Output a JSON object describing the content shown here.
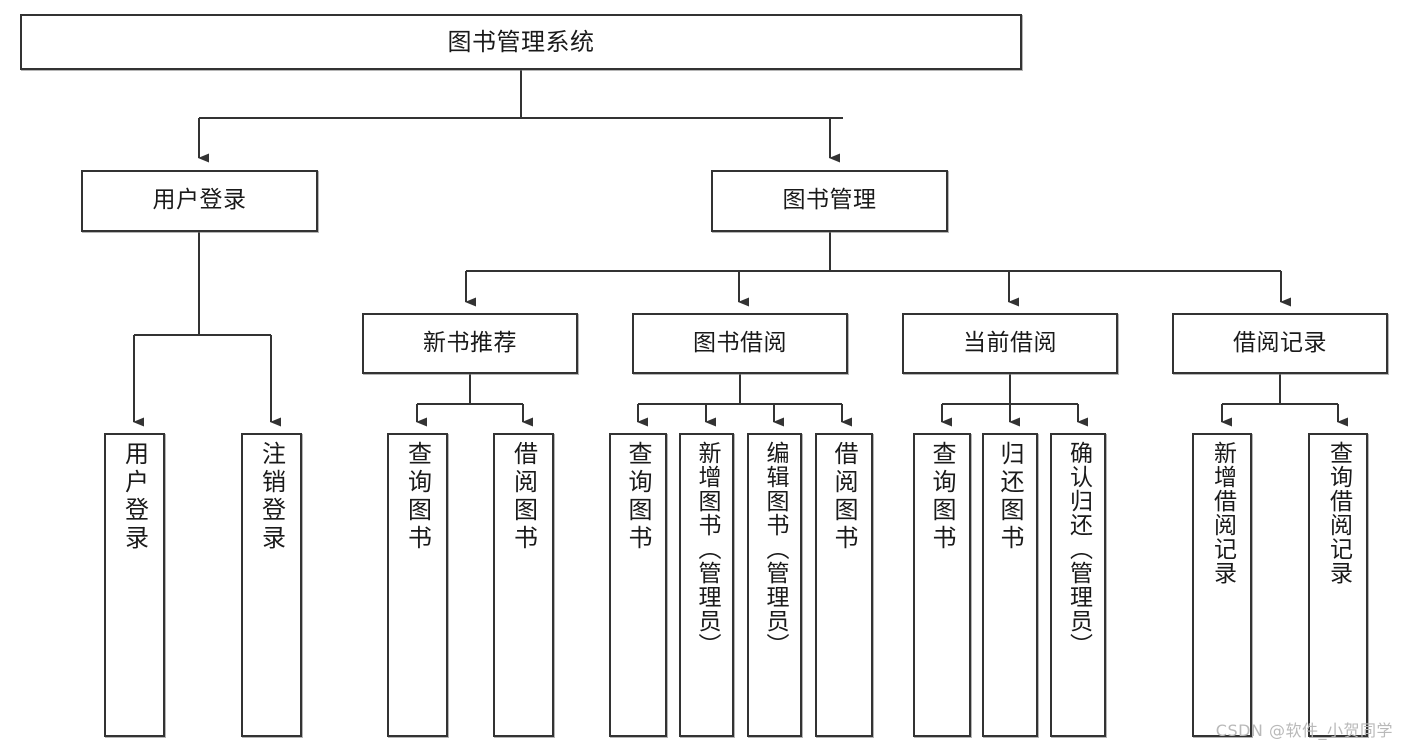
{
  "diagram": {
    "type": "tree-hierarchy-chart",
    "title": "图书管理系统",
    "watermark": "CSDN @软件_小贺同学",
    "colors": {
      "box_border": "#333333",
      "box_fill": "#ffffff",
      "connector": "#333333",
      "text": "#1a1a1a",
      "watermark": "#b9b9b9",
      "background": "#ffffff"
    },
    "levels": {
      "level1": [
        "图书管理系统"
      ],
      "level2": [
        "用户登录",
        "图书管理"
      ],
      "level3": [
        "新书推荐",
        "图书借阅",
        "当前借阅",
        "借阅记录"
      ],
      "level4": [
        "用户登录",
        "注销登录",
        "查询图书",
        "借阅图书",
        "查询图书",
        "新增图书（管理员）",
        "编辑图书（管理员）",
        "借阅图书",
        "查询图书",
        "归还图书",
        "确认归还（管理员）",
        "新增借阅记录",
        "查询借阅记录"
      ]
    },
    "nodes": {
      "root": {
        "label": "图书管理系统"
      },
      "user_login": {
        "label": "用户登录"
      },
      "book_manage": {
        "label": "图书管理"
      },
      "new_book_rec": {
        "label": "新书推荐"
      },
      "book_borrow": {
        "label": "图书借阅"
      },
      "current_borrow": {
        "label": "当前借阅"
      },
      "borrow_record": {
        "label": "借阅记录"
      },
      "leaf_user_login": {
        "label": "用户登录"
      },
      "leaf_logout": {
        "label": "注销登录"
      },
      "leaf_query_book_a": {
        "label": "查询图书"
      },
      "leaf_borrow_book_a": {
        "label": "借阅图书"
      },
      "leaf_query_book_b": {
        "label": "查询图书"
      },
      "leaf_add_book": {
        "label": "新增图书（管理员）"
      },
      "leaf_edit_book": {
        "label": "编辑图书（管理员）"
      },
      "leaf_borrow_book_b": {
        "label": "借阅图书"
      },
      "leaf_query_book_c": {
        "label": "查询图书"
      },
      "leaf_return_book": {
        "label": "归还图书"
      },
      "leaf_confirm_return": {
        "label": "确认归还（管理员）"
      },
      "leaf_add_record": {
        "label": "新增借阅记录"
      },
      "leaf_query_record": {
        "label": "查询借阅记录"
      }
    },
    "edges": [
      {
        "from": "root",
        "to": "user_login"
      },
      {
        "from": "root",
        "to": "book_manage"
      },
      {
        "from": "user_login",
        "to": "leaf_user_login"
      },
      {
        "from": "user_login",
        "to": "leaf_logout"
      },
      {
        "from": "book_manage",
        "to": "new_book_rec"
      },
      {
        "from": "book_manage",
        "to": "book_borrow"
      },
      {
        "from": "book_manage",
        "to": "current_borrow"
      },
      {
        "from": "book_manage",
        "to": "borrow_record"
      },
      {
        "from": "new_book_rec",
        "to": "leaf_query_book_a"
      },
      {
        "from": "new_book_rec",
        "to": "leaf_borrow_book_a"
      },
      {
        "from": "book_borrow",
        "to": "leaf_query_book_b"
      },
      {
        "from": "book_borrow",
        "to": "leaf_add_book"
      },
      {
        "from": "book_borrow",
        "to": "leaf_edit_book"
      },
      {
        "from": "book_borrow",
        "to": "leaf_borrow_book_b"
      },
      {
        "from": "current_borrow",
        "to": "leaf_query_book_c"
      },
      {
        "from": "current_borrow",
        "to": "leaf_return_book"
      },
      {
        "from": "current_borrow",
        "to": "leaf_confirm_return"
      },
      {
        "from": "borrow_record",
        "to": "leaf_add_record"
      },
      {
        "from": "borrow_record",
        "to": "leaf_query_record"
      }
    ]
  }
}
